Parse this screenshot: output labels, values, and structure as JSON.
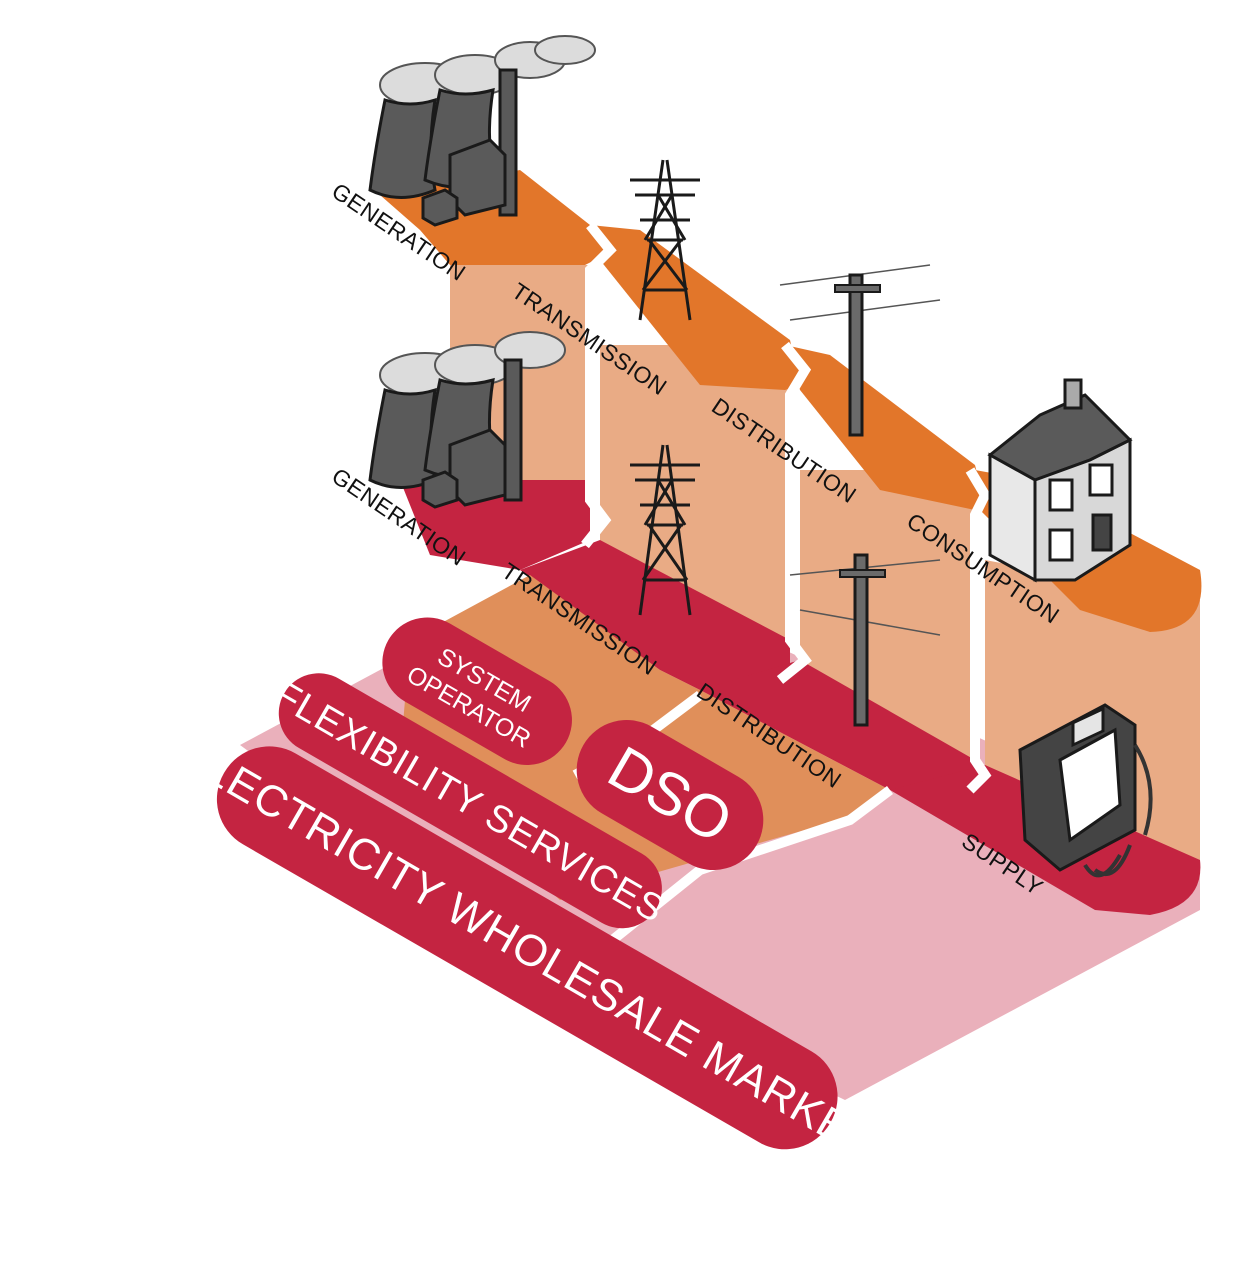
{
  "colors": {
    "physical_layer": "#E2762A",
    "commercial_layer": "#C42441",
    "connector_light": "#E9AB85",
    "connector_mid": "#E08F5A",
    "market_floor": "#EAB0BB",
    "outline": "#1a1a1a",
    "ink": "#111111",
    "pill_text": "#ffffff",
    "building_dark": "#5a5a5a",
    "smoke": "#dcdcdc"
  },
  "top_chain": {
    "generation": "GENERATION",
    "transmission": "TRANSMISSION",
    "distribution": "DISTRIBUTION",
    "consumption": "CONSUMPTION"
  },
  "middle_chain": {
    "generation": "GENERATION",
    "transmission": "TRANSMISSION",
    "distribution": "DISTRIBUTION",
    "supply": "SUPPLY"
  },
  "pills": {
    "system_operator_line1": "SYSTEM",
    "system_operator_line2": "OPERATOR",
    "dso": "DSO",
    "flexibility_services": "FLEXIBILITY SERVICES",
    "wholesale_market": "ELECTRICITY WHOLESALE MARKET"
  },
  "icons": {
    "power_station_top": "power-station-icon",
    "power_station_middle": "power-station-icon",
    "pylon_top": "transmission-pylon-icon",
    "pylon_middle": "transmission-pylon-icon",
    "pole_top": "utility-pole-icon",
    "pole_middle": "utility-pole-icon",
    "house": "house-icon",
    "meter": "smart-meter-icon"
  }
}
